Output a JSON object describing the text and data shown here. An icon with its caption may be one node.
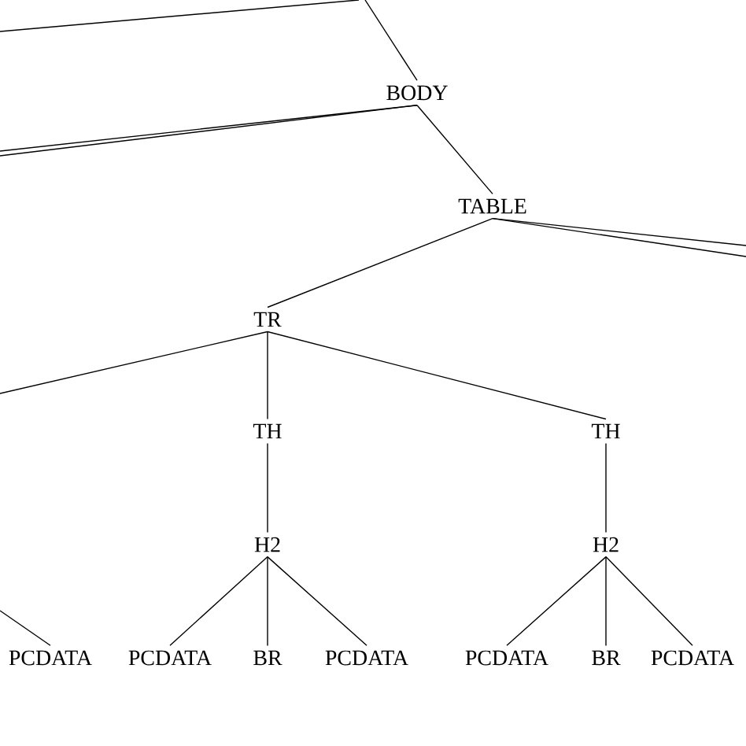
{
  "diagram": {
    "nodes": [
      {
        "text": [
          "BODY"
        ]
      },
      {
        "text": [
          "TABLE"
        ]
      },
      {
        "text": [
          "TR"
        ]
      },
      {
        "text": [
          "TH"
        ]
      },
      {
        "text": [
          "TH"
        ]
      },
      {
        "text": [
          "H2"
        ]
      },
      {
        "text": [
          "H2"
        ]
      },
      {
        "text": [
          "PCDATA"
        ]
      },
      {
        "text": [
          "PCDATA"
        ]
      },
      {
        "text": [
          "BR"
        ]
      },
      {
        "text": [
          "PCDATA"
        ]
      },
      {
        "text": [
          "PCDATA"
        ]
      },
      {
        "text": [
          "BR"
        ]
      },
      {
        "text": [
          "PCDATA"
        ]
      }
    ],
    "edges": [
      {
        "from": null,
        "to": 0,
        "arrow": "none"
      },
      {
        "from": 0,
        "to": null,
        "arrow": "none"
      },
      {
        "from": 0,
        "to": null,
        "arrow": "none"
      },
      {
        "from": 1,
        "to": null,
        "arrow": "none"
      },
      {
        "from": 1,
        "to": null,
        "arrow": "none"
      },
      {
        "from": 0,
        "to": 1,
        "arrow": "none"
      },
      {
        "from": 1,
        "to": 2,
        "arrow": "none"
      },
      {
        "from": 2,
        "to": null,
        "arrow": "none"
      },
      {
        "from": 2,
        "to": 3,
        "arrow": "none"
      },
      {
        "from": 2,
        "to": 4,
        "arrow": "none"
      },
      {
        "from": 3,
        "to": 5,
        "arrow": "none"
      },
      {
        "from": 4,
        "to": 6,
        "arrow": "none"
      },
      {
        "from": null,
        "to": 7,
        "arrow": "none"
      },
      {
        "from": 5,
        "to": 8,
        "arrow": "none"
      },
      {
        "from": 5,
        "to": 9,
        "arrow": "none"
      },
      {
        "from": 5,
        "to": 10,
        "arrow": "none"
      },
      {
        "from": 6,
        "to": 11,
        "arrow": "none"
      },
      {
        "from": 6,
        "to": 12,
        "arrow": "none"
      },
      {
        "from": 6,
        "to": 13,
        "arrow": "none"
      }
    ]
  }
}
